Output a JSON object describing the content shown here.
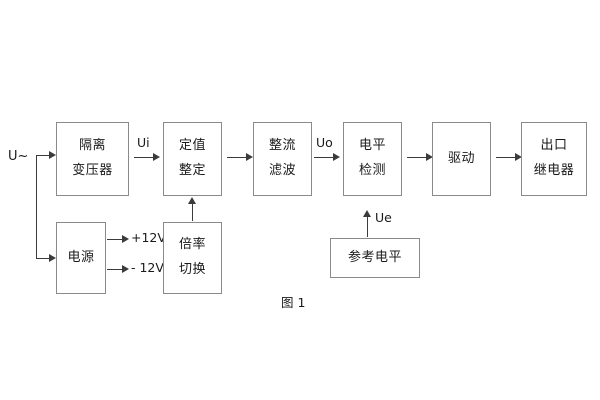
{
  "diagram": {
    "caption": "图 1",
    "input_label": "U~",
    "blocks": [
      {
        "id": "isolation-transformer",
        "lines": [
          "隔离",
          "变压器"
        ]
      },
      {
        "id": "setting-value",
        "lines": [
          "定值",
          "整定"
        ]
      },
      {
        "id": "rectify-filter",
        "lines": [
          "整流",
          "滤波"
        ]
      },
      {
        "id": "level-detection",
        "lines": [
          "电平",
          "检测"
        ]
      },
      {
        "id": "drive",
        "lines": [
          "驱动"
        ]
      },
      {
        "id": "output-relay",
        "lines": [
          "出口",
          "继电器"
        ]
      },
      {
        "id": "power-supply",
        "lines": [
          "电源"
        ]
      },
      {
        "id": "multiplier-switch",
        "lines": [
          "倍率",
          "切换"
        ]
      },
      {
        "id": "reference-level",
        "lines": [
          "参考电平"
        ]
      }
    ],
    "signals": {
      "ui": "Ui",
      "uo": "Uo",
      "ue": "Ue",
      "plus12v": "+12V",
      "minus12v": "- 12V"
    },
    "colors": {
      "background": "#ffffff",
      "block_border": "#8a8a8a",
      "connector": "#3b3b3b",
      "text": "#1a1a1a"
    }
  }
}
